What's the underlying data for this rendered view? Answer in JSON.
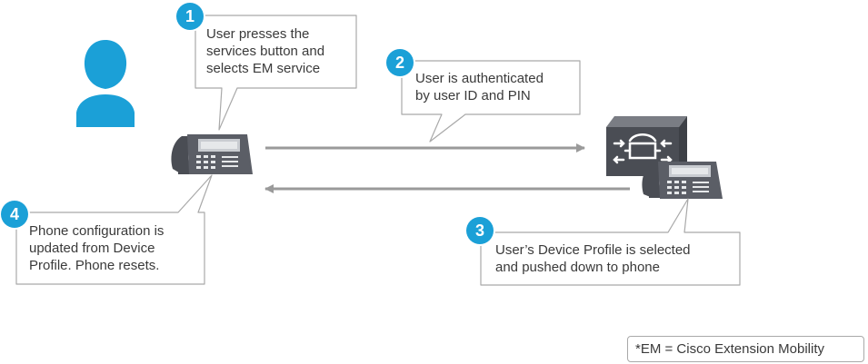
{
  "colors": {
    "accent": "#1ba0d7",
    "phone_body": "#5b5e66",
    "arrow": "#9a9a9a",
    "callout_border": "#a9a9a9"
  },
  "steps": [
    {
      "number": "1",
      "lines": [
        "User presses the",
        "services button and",
        "selects EM service"
      ]
    },
    {
      "number": "2",
      "lines": [
        "User is authenticated",
        "by user ID and PIN"
      ]
    },
    {
      "number": "3",
      "lines": [
        "User’s Device Profile is selected",
        "and pushed down to phone"
      ]
    },
    {
      "number": "4",
      "lines": [
        "Phone configuration is",
        "updated from Device",
        "Profile. Phone resets."
      ]
    }
  ],
  "footnote": "*EM = Cisco Extension Mobility",
  "icons": [
    "user-icon",
    "ip-phone-icon",
    "call-manager-server-icon"
  ]
}
